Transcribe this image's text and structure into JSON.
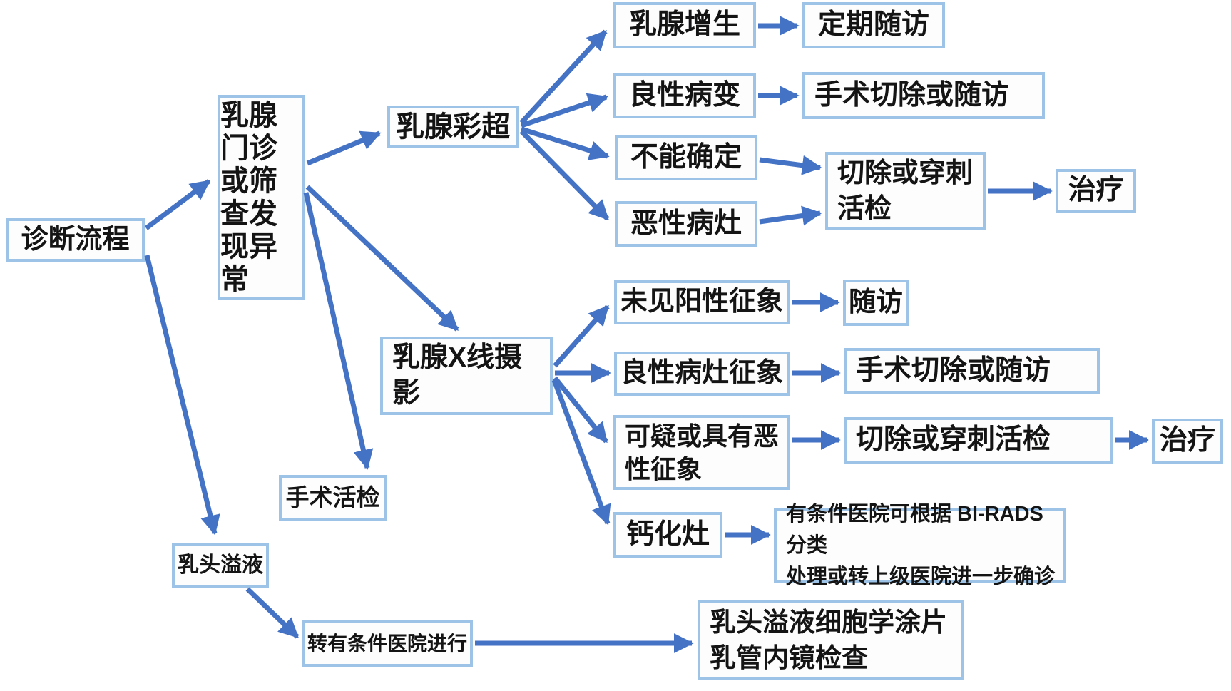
{
  "colors": {
    "box_border": "#9dc3e6",
    "box_fill": "#fdfdfe",
    "arrow": "#4472c4",
    "text": "#141414",
    "background": "#ffffff"
  },
  "flowchart": {
    "nodes": {
      "start": {
        "label": "诊断流程"
      },
      "clinic": {
        "label": "乳腺门诊或筛查发现异常"
      },
      "ultrasound": {
        "label": "乳腺彩超"
      },
      "hyperplasia": {
        "label": "乳腺增生"
      },
      "regular_followup": {
        "label": "定期随访"
      },
      "benign_lesion": {
        "label": "良性病变"
      },
      "surgery_or_followup_us": {
        "label": "手术切除或随访"
      },
      "uncertain": {
        "label": "不能确定"
      },
      "excision_or_biopsy_us": {
        "label": "切除或穿刺\n活检"
      },
      "malignant_focus": {
        "label": "恶性病灶"
      },
      "treatment_us": {
        "label": "治疗"
      },
      "xray": {
        "label": "乳腺X线摄\n影"
      },
      "surgical_biopsy": {
        "label": "手术活检"
      },
      "nipple_discharge": {
        "label": "乳头溢液"
      },
      "no_positive_sign": {
        "label": "未见阳性征象"
      },
      "followup": {
        "label": "随访"
      },
      "benign_sign": {
        "label": "良性病灶征象"
      },
      "surgery_or_followup_xray": {
        "label": "手术切除或随访"
      },
      "suspicious_sign": {
        "label": "可疑或具有恶\n性征象"
      },
      "excision_or_biopsy_xray": {
        "label": "切除或穿刺活检"
      },
      "treatment_xray": {
        "label": "治疗"
      },
      "calcification": {
        "label": "钙化灶"
      },
      "birads_note": {
        "label": "有条件医院可根据 BI-RADS 分类\n处理或转上级医院进一步确诊"
      },
      "refer_hospital": {
        "label": "转有条件医院进行"
      },
      "discharge_exam": {
        "label": "乳头溢液细胞学涂片\n乳管内镜检查"
      }
    },
    "edges": [
      {
        "from": "start",
        "to": "clinic"
      },
      {
        "from": "start",
        "to": "nipple_discharge"
      },
      {
        "from": "clinic",
        "to": "ultrasound"
      },
      {
        "from": "clinic",
        "to": "xray"
      },
      {
        "from": "clinic",
        "to": "surgical_biopsy"
      },
      {
        "from": "ultrasound",
        "to": "hyperplasia"
      },
      {
        "from": "ultrasound",
        "to": "benign_lesion"
      },
      {
        "from": "ultrasound",
        "to": "uncertain"
      },
      {
        "from": "ultrasound",
        "to": "malignant_focus"
      },
      {
        "from": "hyperplasia",
        "to": "regular_followup"
      },
      {
        "from": "benign_lesion",
        "to": "surgery_or_followup_us"
      },
      {
        "from": "uncertain",
        "to": "excision_or_biopsy_us"
      },
      {
        "from": "malignant_focus",
        "to": "excision_or_biopsy_us"
      },
      {
        "from": "excision_or_biopsy_us",
        "to": "treatment_us"
      },
      {
        "from": "xray",
        "to": "no_positive_sign"
      },
      {
        "from": "xray",
        "to": "benign_sign"
      },
      {
        "from": "xray",
        "to": "suspicious_sign"
      },
      {
        "from": "xray",
        "to": "calcification"
      },
      {
        "from": "no_positive_sign",
        "to": "followup"
      },
      {
        "from": "benign_sign",
        "to": "surgery_or_followup_xray"
      },
      {
        "from": "suspicious_sign",
        "to": "excision_or_biopsy_xray"
      },
      {
        "from": "excision_or_biopsy_xray",
        "to": "treatment_xray"
      },
      {
        "from": "calcification",
        "to": "birads_note"
      },
      {
        "from": "nipple_discharge",
        "to": "refer_hospital"
      },
      {
        "from": "refer_hospital",
        "to": "discharge_exam"
      }
    ]
  }
}
